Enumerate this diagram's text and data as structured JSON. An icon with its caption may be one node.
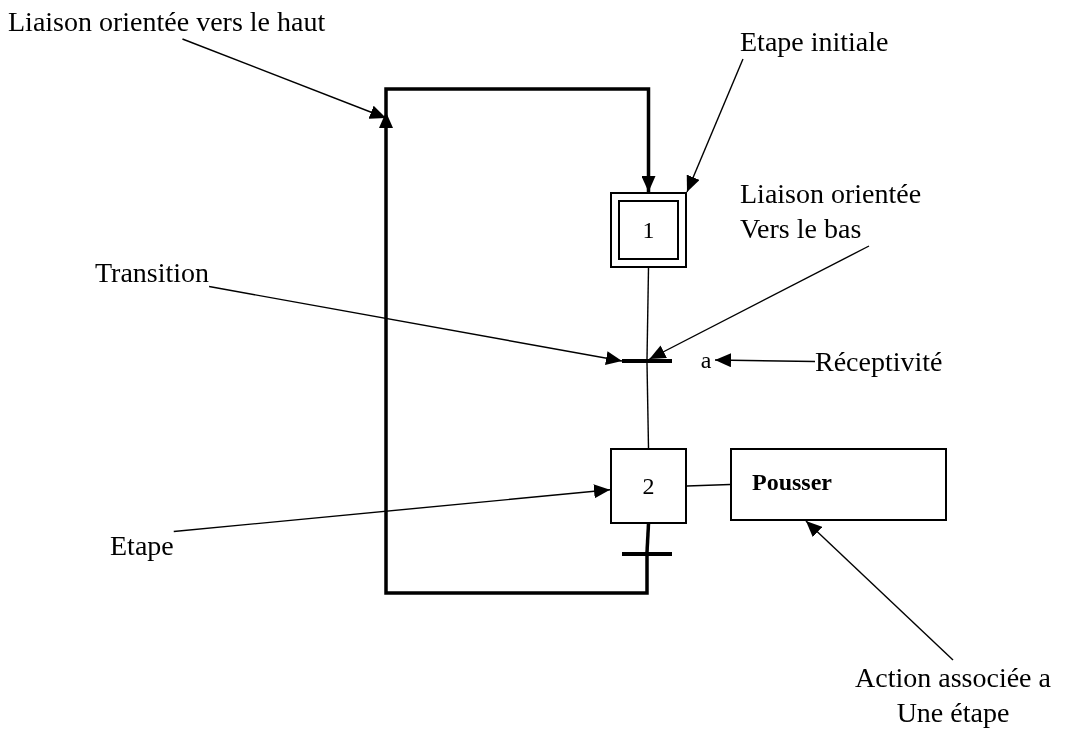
{
  "diagram": {
    "nodes": [
      {
        "text": [
          "Liaison orientée vers le haut"
        ]
      },
      {
        "text": [
          "Etape initiale"
        ]
      },
      {
        "text": [
          "1"
        ]
      },
      {
        "text": [
          "Liaison orientée Vers le bas"
        ]
      },
      {
        "text": [
          "Transition"
        ]
      },
      {
        "text": [],
        "shape": "bar"
      },
      {
        "text": [
          "a"
        ]
      },
      {
        "text": [
          "Réceptivité"
        ]
      },
      {
        "text": [
          "Etape"
        ]
      },
      {
        "text": [
          "2"
        ]
      },
      {
        "text": [
          "Pousser"
        ]
      },
      {
        "text": [
          "Action associée a Une étape"
        ]
      },
      {
        "text": [],
        "shape": "bar"
      }
    ],
    "edges": [
      {
        "from": 2,
        "to": 5,
        "arrow": "none"
      },
      {
        "from": 5,
        "to": 9,
        "arrow": "none"
      },
      {
        "from": 9,
        "to": 12,
        "arrow": "none",
        "style": "thick"
      },
      {
        "from": 12,
        "to": 2,
        "arrow": "to",
        "style": "thick"
      },
      {
        "from": 9,
        "to": 10,
        "arrow": "none"
      },
      {
        "from": 0,
        "to": null,
        "arrow": "to"
      },
      {
        "from": 1,
        "to": 2,
        "arrow": "to"
      },
      {
        "from": 3,
        "to": 5,
        "arrow": "to"
      },
      {
        "from": 4,
        "to": 5,
        "arrow": "to"
      },
      {
        "from": 7,
        "to": 6,
        "arrow": "to"
      },
      {
        "from": 8,
        "to": 9,
        "arrow": "to"
      },
      {
        "from": 11,
        "to": 10,
        "arrow": "to"
      }
    ]
  }
}
